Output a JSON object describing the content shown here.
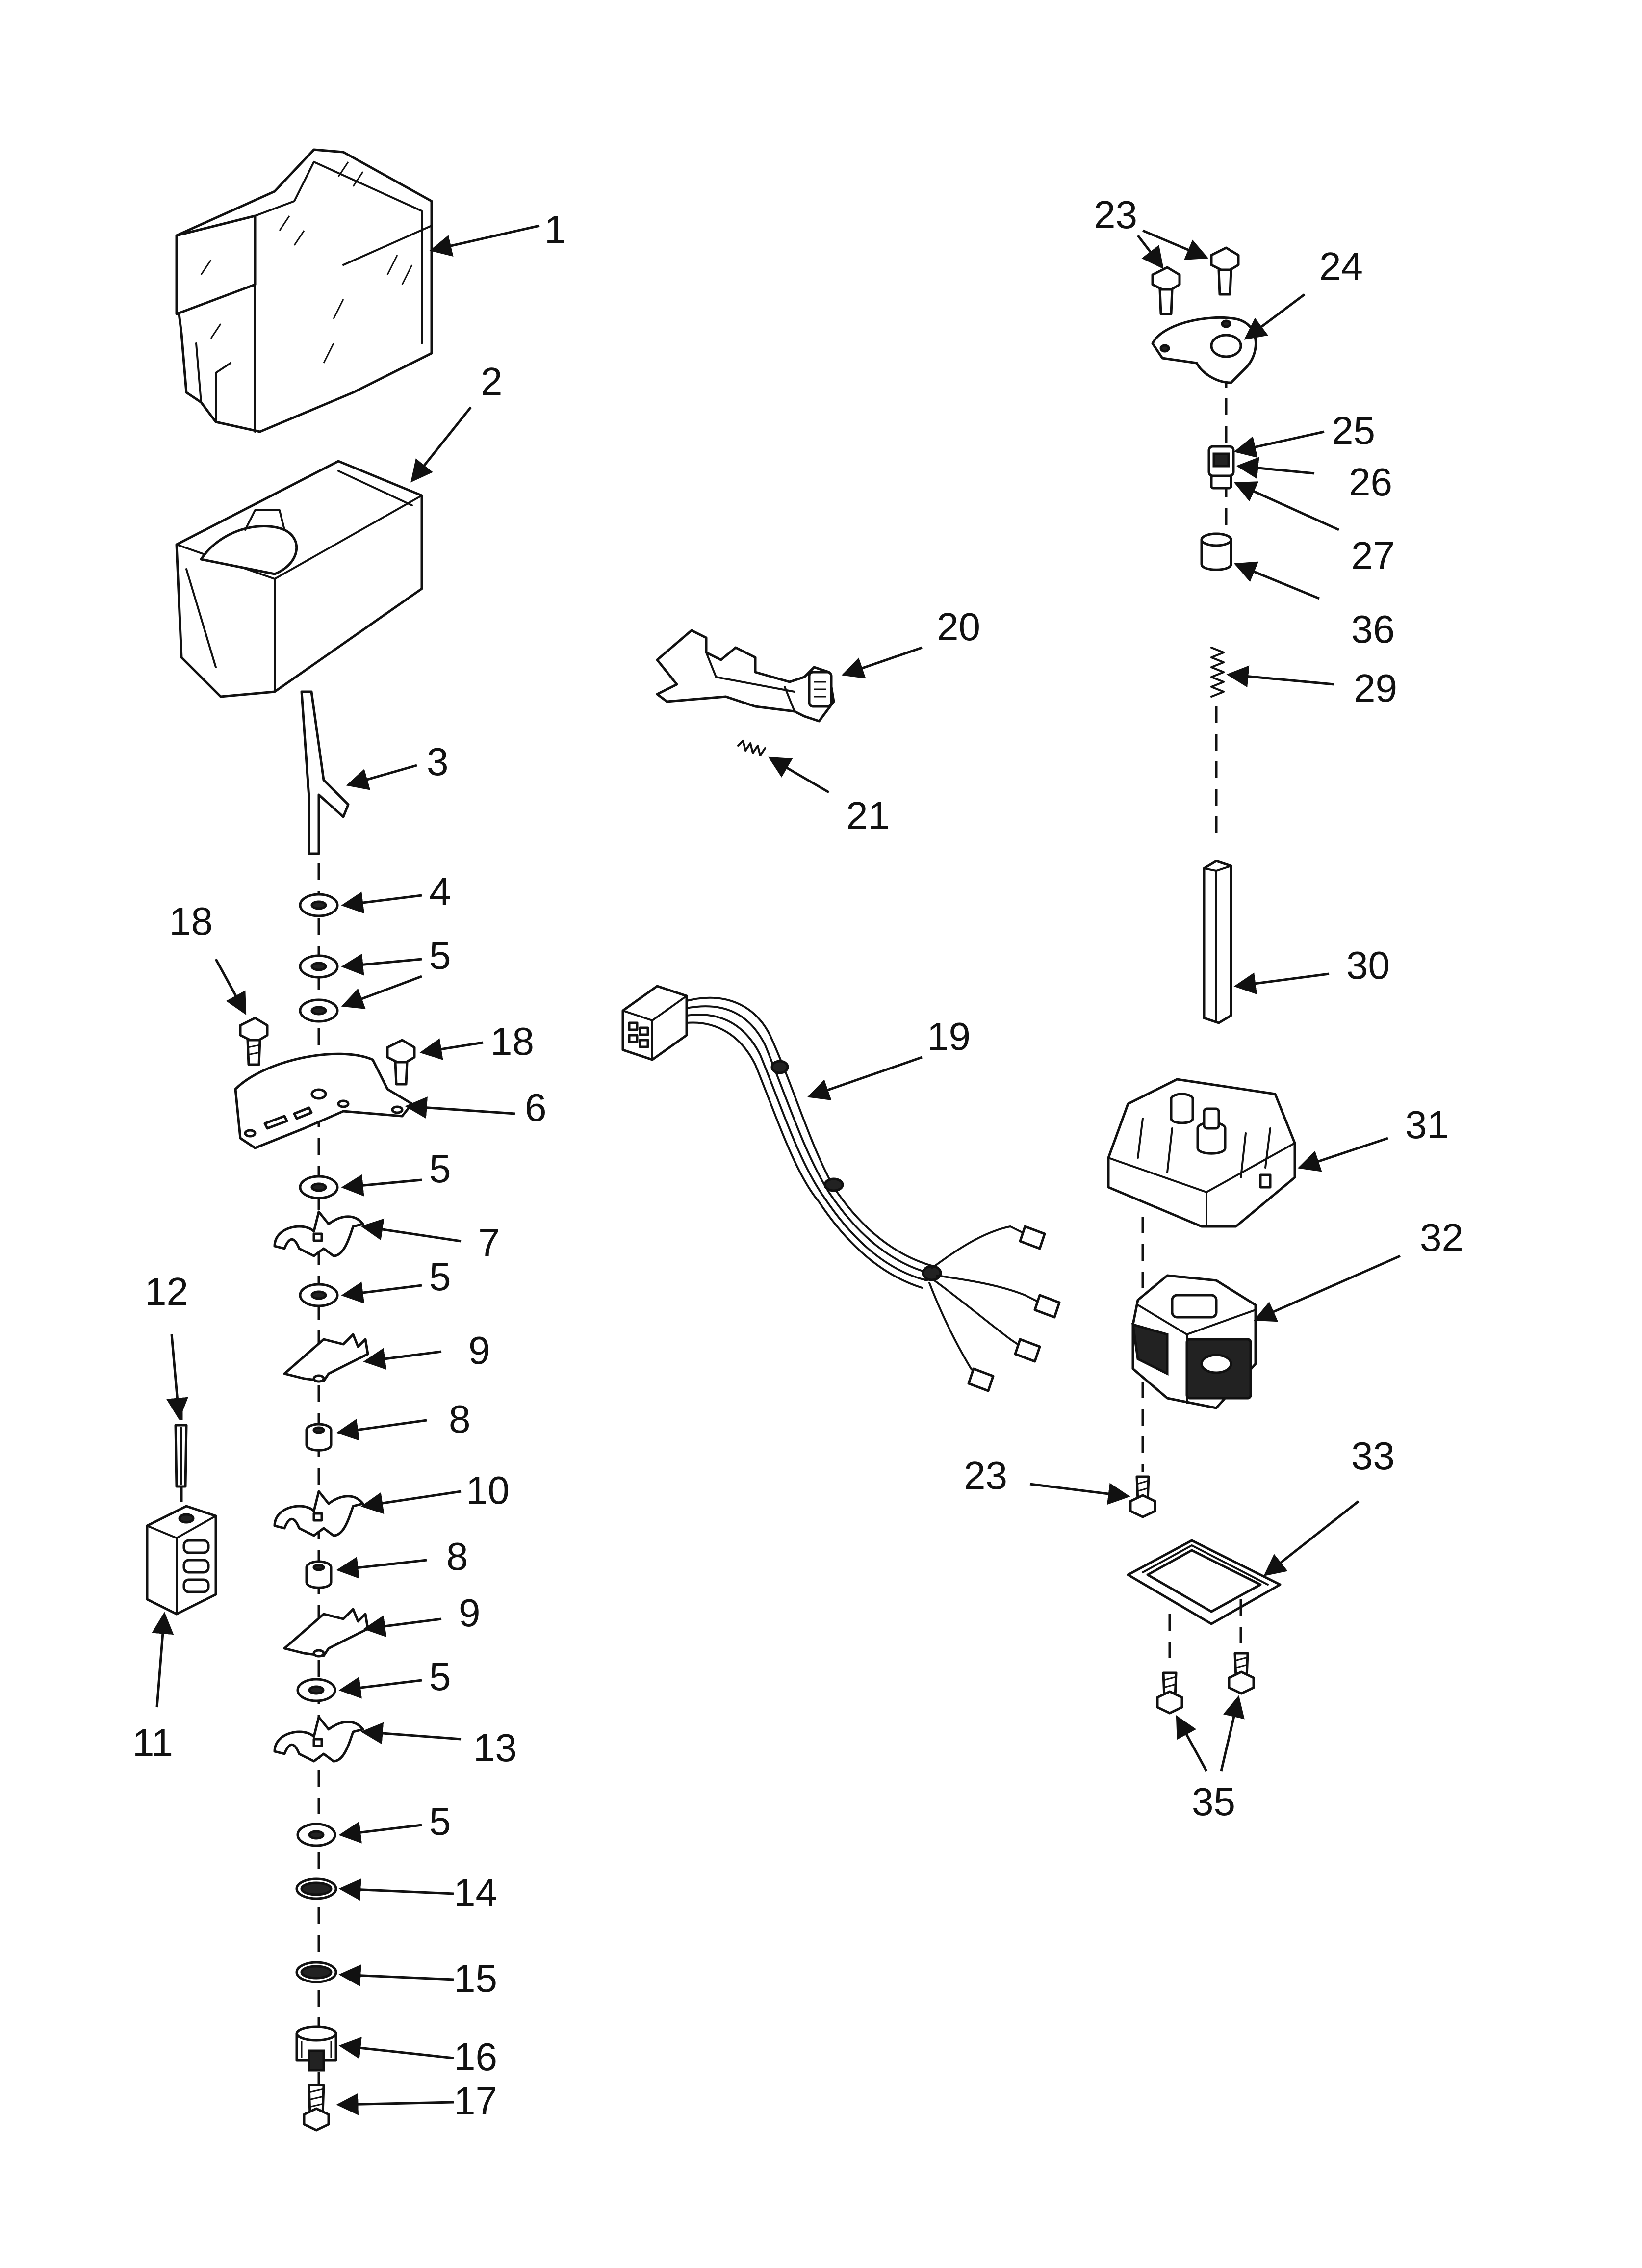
{
  "callouts": {
    "c1": "1",
    "c2": "2",
    "c3": "3",
    "c4": "4",
    "c5a": "5",
    "c5b": "5",
    "c5c": "5",
    "c5d": "5",
    "c5e": "5",
    "c5f": "5",
    "c6": "6",
    "c7": "7",
    "c8a": "8",
    "c8b": "8",
    "c9a": "9",
    "c9b": "9",
    "c10": "10",
    "c11": "11",
    "c12": "12",
    "c13": "13",
    "c14": "14",
    "c15": "15",
    "c16": "16",
    "c17": "17",
    "c18a": "18",
    "c18b": "18",
    "c19": "19",
    "c20": "20",
    "c21": "21",
    "c23a": "23",
    "c23b": "23",
    "c24": "24",
    "c25": "25",
    "c26": "26",
    "c27": "27",
    "c29": "29",
    "c30": "30",
    "c31": "31",
    "c32": "32",
    "c33": "33",
    "c35": "35",
    "c36": "36"
  },
  "colors": {
    "line": "#111111",
    "background": "#ffffff"
  }
}
